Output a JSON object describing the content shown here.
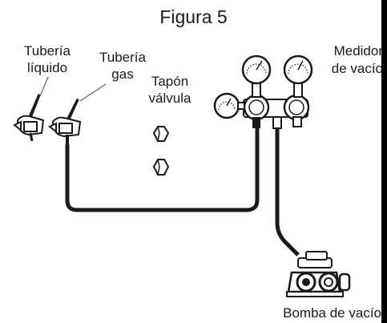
{
  "title": "Figura 5",
  "labels": {
    "liquid_pipe": [
      "Tubería",
      "líquido"
    ],
    "gas_pipe": [
      "Tubería",
      "gas"
    ],
    "valve_cap": [
      "Tapón",
      "válvula"
    ],
    "vacuum_gauge": [
      "Medidor",
      "de vacío"
    ],
    "vacuum_pump": "Bomba de vacío"
  }
}
